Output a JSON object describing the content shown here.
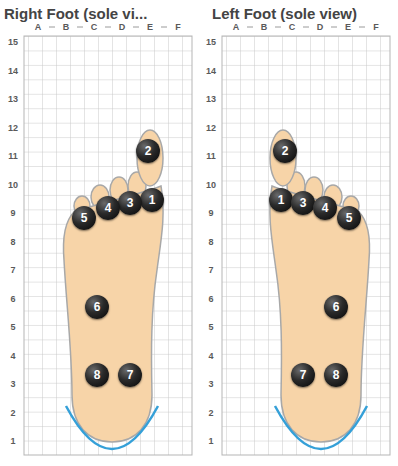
{
  "diagram": {
    "nodes": [
      {
        "text": [
          "1"
        ]
      },
      {
        "text": [
          "2"
        ]
      },
      {
        "text": [
          "3"
        ]
      },
      {
        "text": [
          "4"
        ]
      },
      {
        "text": [
          "5"
        ]
      },
      {
        "text": [
          "6"
        ]
      },
      {
        "text": [
          "7"
        ]
      },
      {
        "text": [
          "8"
        ]
      },
      {
        "text": [
          "1"
        ]
      },
      {
        "text": [
          "2"
        ]
      },
      {
        "text": [
          "3"
        ]
      },
      {
        "text": [
          "4"
        ]
      },
      {
        "text": [
          "5"
        ]
      },
      {
        "text": [
          "6"
        ]
      },
      {
        "text": [
          "7"
        ]
      },
      {
        "text": [
          "8"
        ]
      }
    ],
    "labels": [
      "Right Foot (sole vi...",
      "Left Foot (sole view)",
      "A",
      "B",
      "C",
      "D",
      "E",
      "F",
      "15",
      "14",
      "13",
      "12",
      "11",
      "10",
      "9",
      "8",
      "7",
      "6",
      "5",
      "4",
      "3",
      "2",
      "1",
      "A",
      "B",
      "C",
      "D",
      "E",
      "F",
      "15",
      "14",
      "13",
      "12",
      "11",
      "10",
      "9",
      "8",
      "7",
      "6",
      "5",
      "4",
      "3",
      "2",
      "1"
    ]
  }
}
